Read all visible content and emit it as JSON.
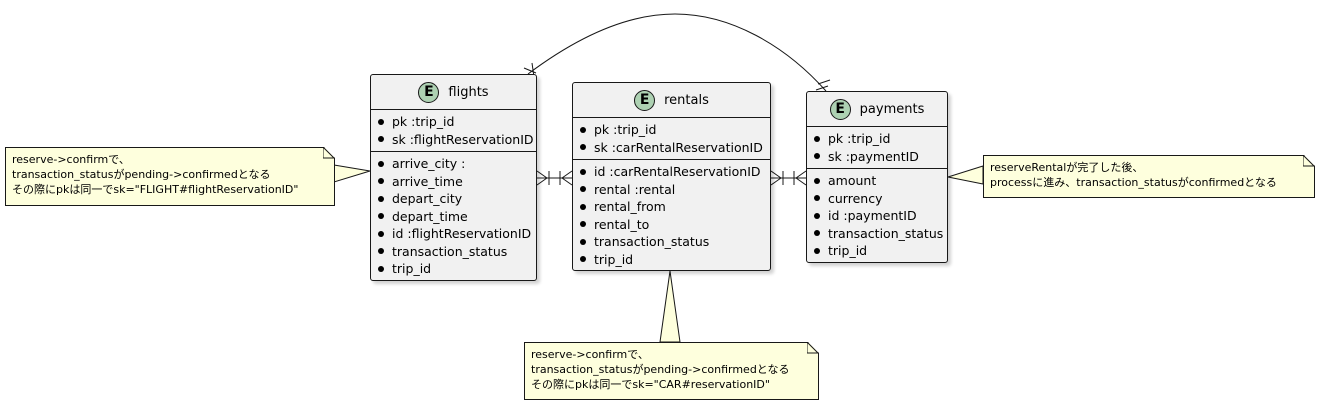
{
  "entities": {
    "flights": {
      "badge": "E",
      "name": "flights",
      "keys": [
        "pk :trip_id",
        "sk :flightReservationID"
      ],
      "attributes": [
        "arrive_city :",
        "arrive_time",
        "depart_city",
        "depart_time",
        "id :flightReservationID",
        "transaction_status",
        "trip_id"
      ]
    },
    "rentals": {
      "badge": "E",
      "name": "rentals",
      "keys": [
        "pk :trip_id",
        "sk :carRentalReservationID"
      ],
      "attributes": [
        "id :carRentalReservationID",
        "rental :rental",
        "rental_from",
        "rental_to",
        "transaction_status",
        "trip_id"
      ]
    },
    "payments": {
      "badge": "E",
      "name": "payments",
      "keys": [
        "pk :trip_id",
        "sk :paymentID"
      ],
      "attributes": [
        "amount",
        "currency",
        "id :paymentID",
        "transaction_status",
        "trip_id"
      ]
    }
  },
  "notes": {
    "flights_note": [
      "reserve->confirmで、",
      "transaction_statusがpending->confirmedとなる",
      "その際にpkは同一でsk=\"FLIGHT#flightReservationID\""
    ],
    "rentals_note": [
      "reserve->confirmで、",
      "transaction_statusがpending->confirmedとなる",
      "その際にpkは同一でsk=\"CAR#reservationID\""
    ],
    "payments_note": [
      "reserveRentalが完了した後、",
      "processに進み、transaction_statusがconfirmedとなる"
    ]
  },
  "colors": {
    "entity_fill": "#F1F1F1",
    "badge_fill": "#ADD1B2",
    "note_fill": "#FEFFDD",
    "line": "#181818"
  }
}
